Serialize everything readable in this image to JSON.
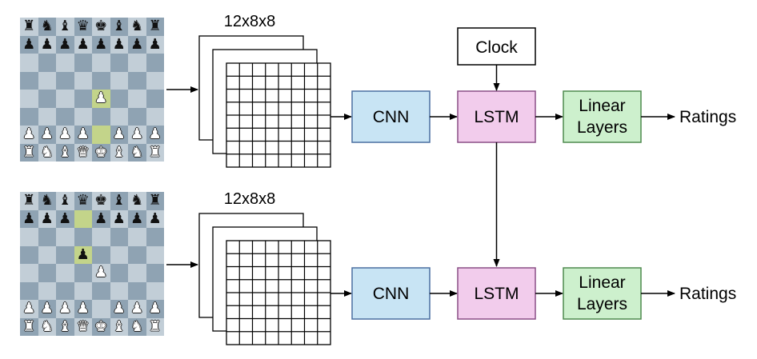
{
  "tensor_label": "12x8x8",
  "clock_label": "Clock",
  "cnn_label": "CNN",
  "lstm_label": "LSTM",
  "linear_label_line1": "Linear",
  "linear_label_line2": "Layers",
  "ratings_label": "Ratings",
  "colors": {
    "cnn_fill": "#c8e4f4",
    "lstm_fill": "#f2ccec",
    "linear_fill": "#cdf0cd",
    "board_light": "#c2ced7",
    "board_dark": "#8fa3b3",
    "board_highlight": "#c3d48a"
  },
  "boards": [
    {
      "ranks": [
        [
          "bR",
          "bN",
          "bB",
          "bQ",
          "bK",
          "bB",
          "bN",
          "bR"
        ],
        [
          "bP",
          "bP",
          "bP",
          "bP",
          "bP",
          "bP",
          "bP",
          "bP"
        ],
        [
          "",
          "",
          "",
          "",
          "",
          "",
          "",
          ""
        ],
        [
          "",
          "",
          "",
          "",
          "",
          "",
          "",
          ""
        ],
        [
          "",
          "",
          "",
          "",
          "wP",
          "",
          "",
          ""
        ],
        [
          "",
          "",
          "",
          "",
          "",
          "",
          "",
          ""
        ],
        [
          "wP",
          "wP",
          "wP",
          "wP",
          "",
          "wP",
          "wP",
          "wP"
        ],
        [
          "wR",
          "wN",
          "wB",
          "wQ",
          "wK",
          "wB",
          "wN",
          "wR"
        ]
      ],
      "highlight": [
        [
          4,
          4
        ],
        [
          6,
          4
        ]
      ]
    },
    {
      "ranks": [
        [
          "bR",
          "bN",
          "bB",
          "bQ",
          "bK",
          "bB",
          "bN",
          "bR"
        ],
        [
          "bP",
          "bP",
          "bP",
          "",
          "bP",
          "bP",
          "bP",
          "bP"
        ],
        [
          "",
          "",
          "",
          "",
          "",
          "",
          "",
          ""
        ],
        [
          "",
          "",
          "",
          "bP",
          "",
          "",
          "",
          ""
        ],
        [
          "",
          "",
          "",
          "",
          "wP",
          "",
          "",
          ""
        ],
        [
          "",
          "",
          "",
          "",
          "",
          "",
          "",
          ""
        ],
        [
          "wP",
          "wP",
          "wP",
          "wP",
          "",
          "wP",
          "wP",
          "wP"
        ],
        [
          "wR",
          "wN",
          "wB",
          "wQ",
          "wK",
          "wB",
          "wN",
          "wR"
        ]
      ],
      "highlight": [
        [
          1,
          3
        ],
        [
          3,
          3
        ]
      ]
    }
  ]
}
